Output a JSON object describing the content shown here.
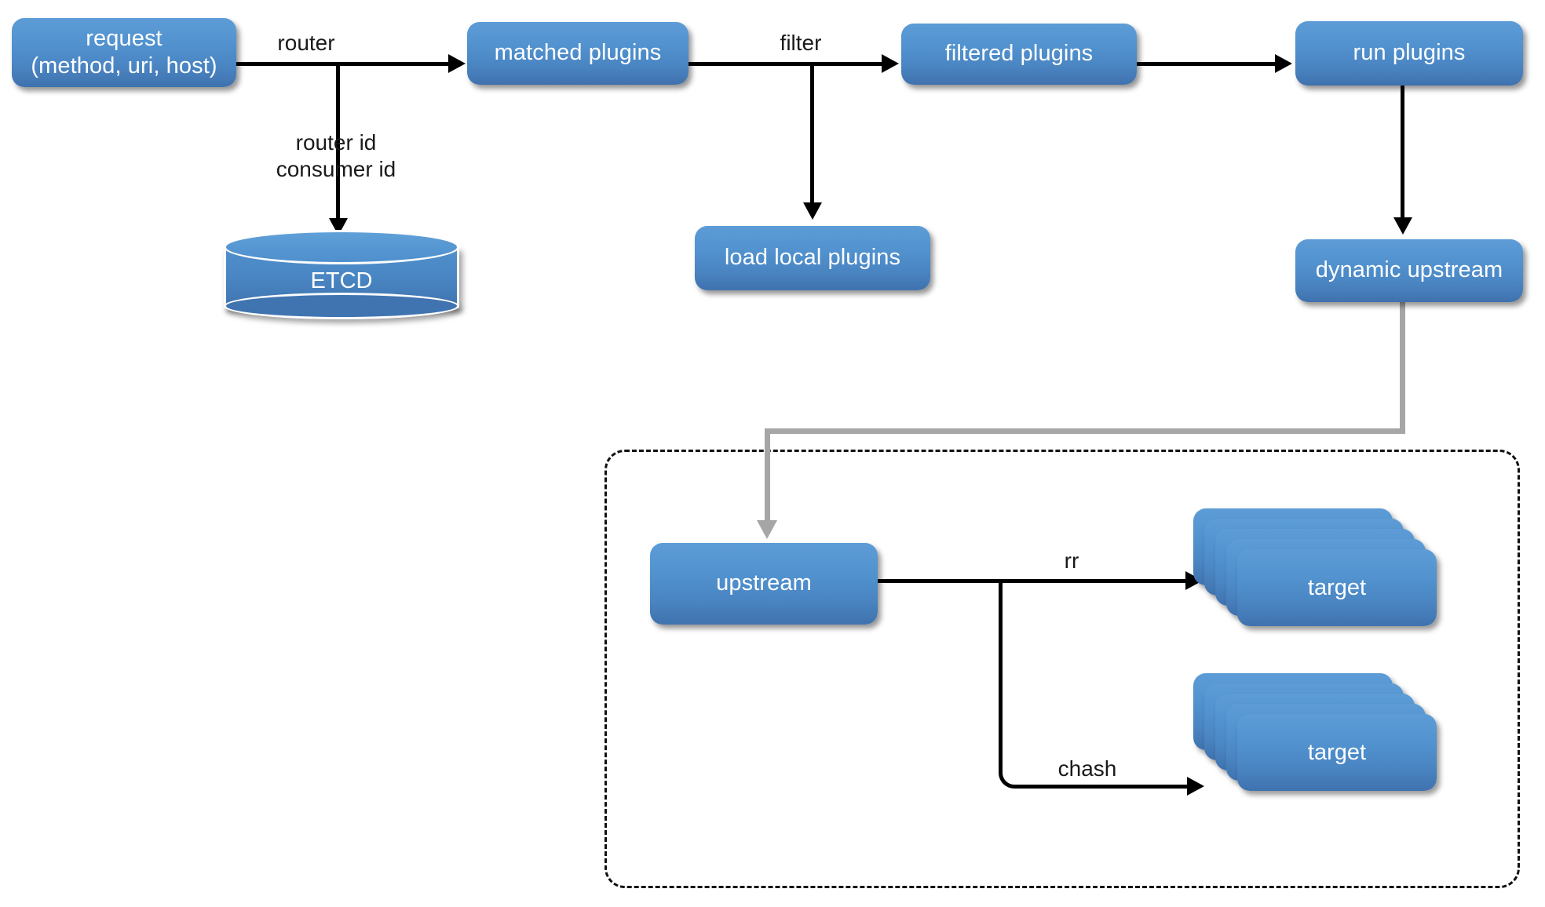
{
  "diagram": {
    "title": "APISIX request processing flow",
    "colors": {
      "node_fill_top": "#5d9cd6",
      "node_fill_bottom": "#3f72ae",
      "node_text": "#ffffff",
      "connector_black": "#000000",
      "connector_gray": "#a6a6a6",
      "group_border": "#111111",
      "background": "#ffffff"
    }
  },
  "nodes": {
    "request": "request\n(method, uri, host)",
    "etcd": "ETCD",
    "matched_plugins": "matched plugins",
    "load_local_plugins": "load local plugins",
    "filtered_plugins": "filtered plugins",
    "run_plugins": "run plugins",
    "dynamic_upstream": "dynamic upstream",
    "upstream": "upstream",
    "target_rr": "target",
    "target_chash": "target"
  },
  "edge_labels": {
    "router": "router",
    "router_consumer_id": "router id\nconsumer id",
    "filter": "filter",
    "rr": "rr",
    "chash": "chash"
  },
  "edges": [
    {
      "from": "request",
      "to": "matched_plugins",
      "label": "router",
      "style": "solid-black"
    },
    {
      "from": "router-branch",
      "to": "etcd",
      "label": "router id\nconsumer id",
      "style": "solid-black"
    },
    {
      "from": "matched_plugins",
      "to": "filtered_plugins",
      "label": "filter",
      "style": "solid-black"
    },
    {
      "from": "filter-branch",
      "to": "load_local_plugins",
      "label": "",
      "style": "solid-black"
    },
    {
      "from": "filtered_plugins",
      "to": "run_plugins",
      "label": "",
      "style": "solid-black"
    },
    {
      "from": "run_plugins",
      "to": "dynamic_upstream",
      "label": "",
      "style": "solid-black"
    },
    {
      "from": "dynamic_upstream",
      "to": "upstream",
      "label": "",
      "style": "solid-gray"
    },
    {
      "from": "upstream",
      "to": "target_rr",
      "label": "rr",
      "style": "solid-black"
    },
    {
      "from": "upstream",
      "to": "target_chash",
      "label": "chash",
      "style": "solid-black"
    }
  ],
  "group": {
    "label": "",
    "border_style": "dashed",
    "contains": [
      "upstream",
      "target_rr",
      "target_chash"
    ]
  },
  "target_stack_count": 5
}
